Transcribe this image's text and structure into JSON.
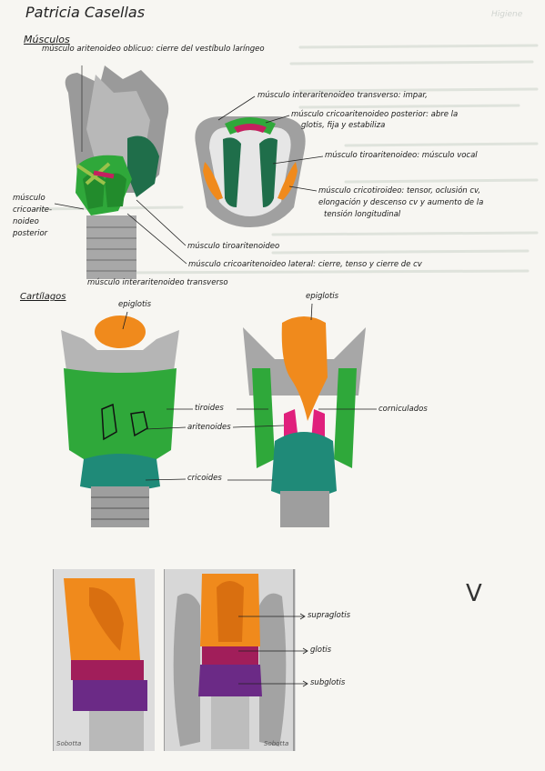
{
  "header": {
    "author": "Patricia Casellas",
    "corner_note": "Higiene"
  },
  "muscles_section": {
    "heading": "Músculos",
    "labels": {
      "oblique": "músculo aritenoideo oblicuo: cierre del vestíbulo laríngeo",
      "transverse": "músculo interaritenoideo transverso: impar,",
      "posterior_ca": "músculo cricoaritenoideo posterior: abre la",
      "posterior_ca_2": "glotis, fija y estabiliza",
      "thyro": "músculo tiroaritenoideo: músculo vocal",
      "cricothyroid": "músculo cricotiroideo: tensor, oclusión cv,",
      "cricothyroid_2": "elongación y descenso cv y aumento de la",
      "cricothyroid_3": "tensión longitudinal",
      "left_1": "músculo",
      "left_2": "cricoarite-",
      "left_3": "noideo",
      "left_4": "posterior",
      "thyro_small": "músculo tiroaritenoideo",
      "lateral": "músculo cricoaritenoideo lateral: cierre, tenso y cierre de cv",
      "inter_bottom": "músculo interaritenoideo transverso"
    }
  },
  "cartilages_section": {
    "heading": "Cartílagos",
    "labels": {
      "epiglottis_left": "epiglotis",
      "epiglottis_right": "epiglotis",
      "thyroid": "tiroides",
      "arytenoid": "aritenoides",
      "corniculate": "corniculados",
      "cricoid": "cricoides"
    }
  },
  "levels_section": {
    "labels": {
      "supraglottis": "supraglotis",
      "glottis": "glotis",
      "subglottis": "subglotis"
    },
    "sobotta_left": "Sobotta",
    "sobotta_right": "Sobotta",
    "check_mark": "V"
  },
  "colors": {
    "green": "#2fa83a",
    "teal": "#1f8a78",
    "orange": "#f08a1c",
    "magenta": "#c4205f",
    "purple": "#6b2a86",
    "pink": "#e0207c",
    "gray": "#9a9a9a"
  }
}
